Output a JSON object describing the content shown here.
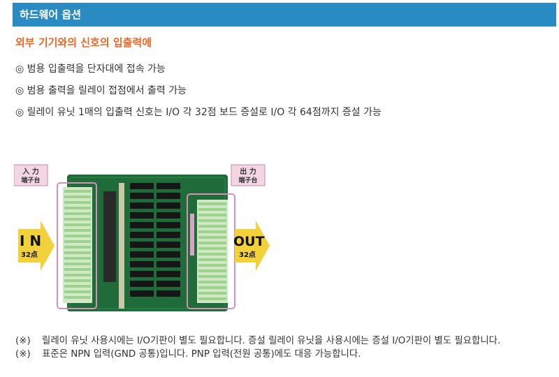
{
  "header": {
    "title": "하드웨어 옵션"
  },
  "section": {
    "subtitle": "외부 기기와의 신호의 입출력에"
  },
  "bullets": [
    {
      "symbol": "◎",
      "text": "범용 입출력을 단자대에 접속 가능"
    },
    {
      "symbol": "◎",
      "text": "범용 출력을 릴레이 접점에서 출력 가능"
    },
    {
      "symbol": "◎",
      "text": "릴레이 유닛 1매의 입출력 신호는 I/O 각 32점 보드 증설로 I/O 각 64점까지 증설 가능"
    }
  ],
  "figure": {
    "input_label_1": "入 力",
    "input_label_2": "端子台",
    "output_label_1": "出 力",
    "output_label_2": "端子台",
    "in_text": "I N",
    "in_count": "32点",
    "out_text": "OUT",
    "out_count": "32点"
  },
  "notes": [
    {
      "mark": "(※)",
      "text": "릴레이 유닛 사용시에는 I/O기판이 별도 필요합니다. 증설 릴레이 유닛을 사용시에는 증설 I/O기판이 별도 필요합니다."
    },
    {
      "mark": "(※)",
      "text": "표준은 NPN 입력(GND 공통)입니다. PNP 입력(전원 공통)에도 대응 가능합니다."
    }
  ],
  "colors": {
    "header_bg": "#2a8bc2",
    "subtitle": "#f26522",
    "board": "#1f6b3a",
    "label_bg": "#f4d6e3",
    "arrow": "#f2d13a"
  }
}
